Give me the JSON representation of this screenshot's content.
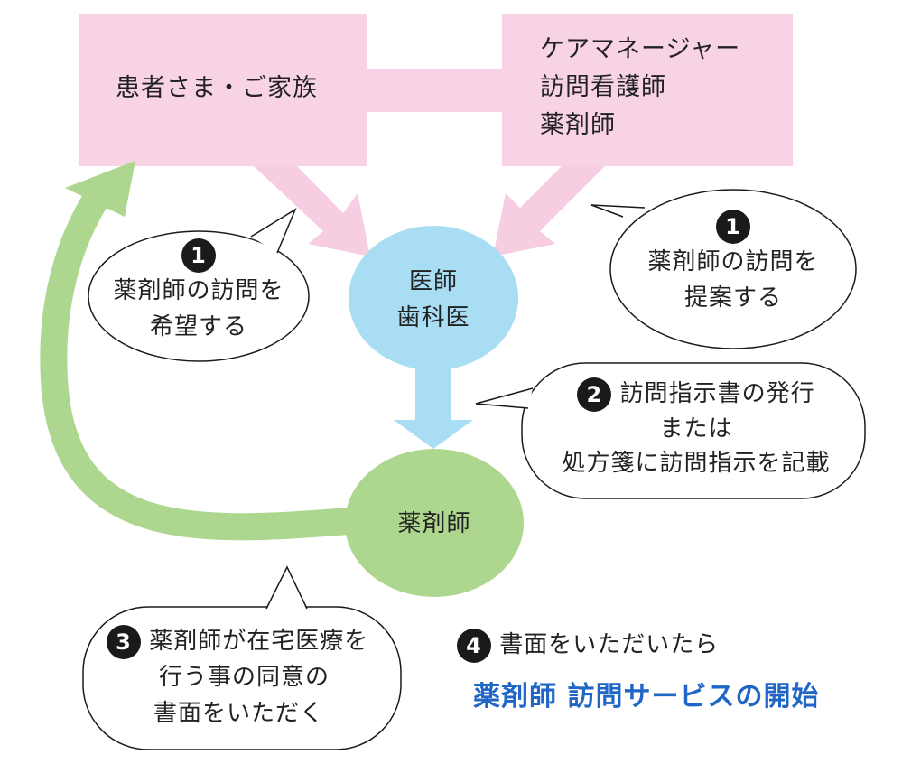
{
  "nodes": {
    "patient": "患者さま・ご家族",
    "care": [
      "ケアマネージャー",
      "訪問看護師",
      "薬剤師"
    ],
    "doctor": [
      "医師",
      "歯科医"
    ],
    "pharmacist": "薬剤師"
  },
  "callouts": {
    "left1": {
      "num": "1",
      "lines": [
        "薬剤師の訪問を",
        "希望する"
      ]
    },
    "right1": {
      "num": "1",
      "lines": [
        "薬剤師の訪問を",
        "提案する"
      ]
    },
    "step2": {
      "num": "2",
      "lines": [
        "訪問指示書の発行",
        "または",
        "処方箋に訪問指示を記載"
      ]
    },
    "step3": {
      "num": "3",
      "lines": [
        "薬剤師が在宅医療を",
        "行う事の同意の",
        "書面をいただく"
      ]
    }
  },
  "step4": {
    "num": "4",
    "text": "書面をいただいたら",
    "highlight": "薬剤師 訪問サービスの開始"
  },
  "colors": {
    "pink": "#f8d3e6",
    "pink_arrow": "#f6cde1",
    "doctor_blue": "#a8ddf4",
    "arrow_blue": "#a8ddf4",
    "green": "#add68f",
    "accent_blue": "#1f66c7",
    "badge": "#1a1a1a"
  }
}
